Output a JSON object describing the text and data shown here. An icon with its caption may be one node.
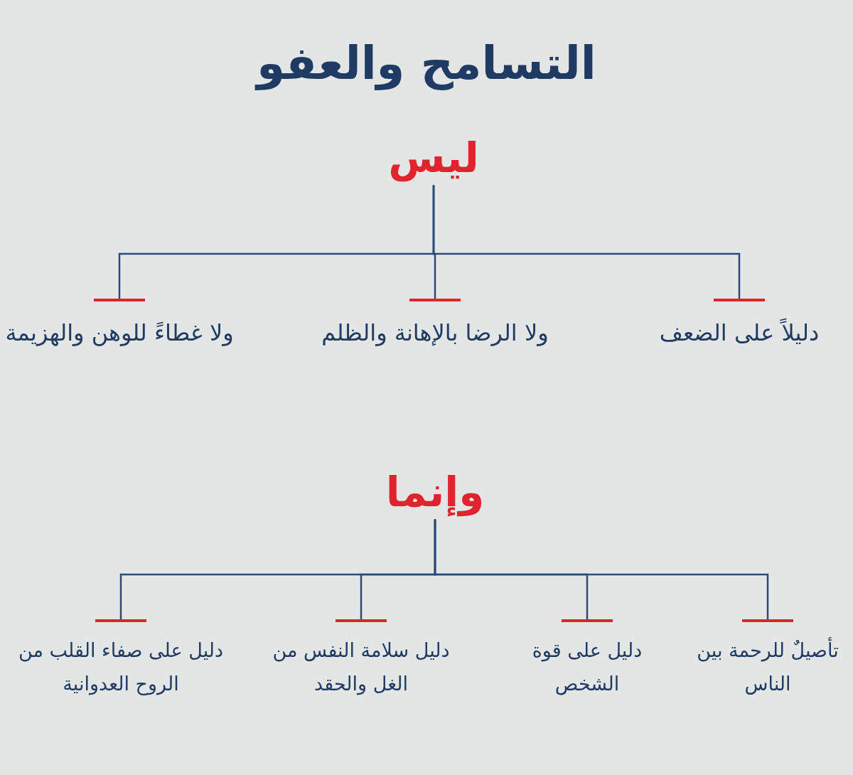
{
  "diagram": {
    "title": "التسامح والعفو",
    "nodes": [
      {
        "text": [
          "ليس"
        ]
      },
      {
        "text": [
          "دليلاً على الضعف"
        ]
      },
      {
        "text": [
          "ولا الرضا بالإهانة والظلم"
        ]
      },
      {
        "text": [
          "ولا غطاءً للوهن والهزيمة"
        ]
      },
      {
        "text": [
          "وإنما"
        ]
      },
      {
        "text": [
          "تأصيلٌ للرحمة بين الناس"
        ]
      },
      {
        "text": [
          "دليل على قوة الشخص"
        ]
      },
      {
        "text": [
          "دليل سلامة النفس من الغل والحقد"
        ]
      },
      {
        "text": [
          "دليل على صفاء القلب من الروح العدوانية"
        ]
      }
    ],
    "edges": [
      {
        "from": 0,
        "to": 1,
        "arrow": "other"
      },
      {
        "from": 0,
        "to": 2,
        "arrow": "other"
      },
      {
        "from": 0,
        "to": 3,
        "arrow": "other"
      },
      {
        "from": 4,
        "to": 5,
        "arrow": "other"
      },
      {
        "from": 4,
        "to": 6,
        "arrow": "other"
      },
      {
        "from": 4,
        "to": 7,
        "arrow": "other"
      },
      {
        "from": 4,
        "to": 8,
        "arrow": "other"
      }
    ]
  }
}
